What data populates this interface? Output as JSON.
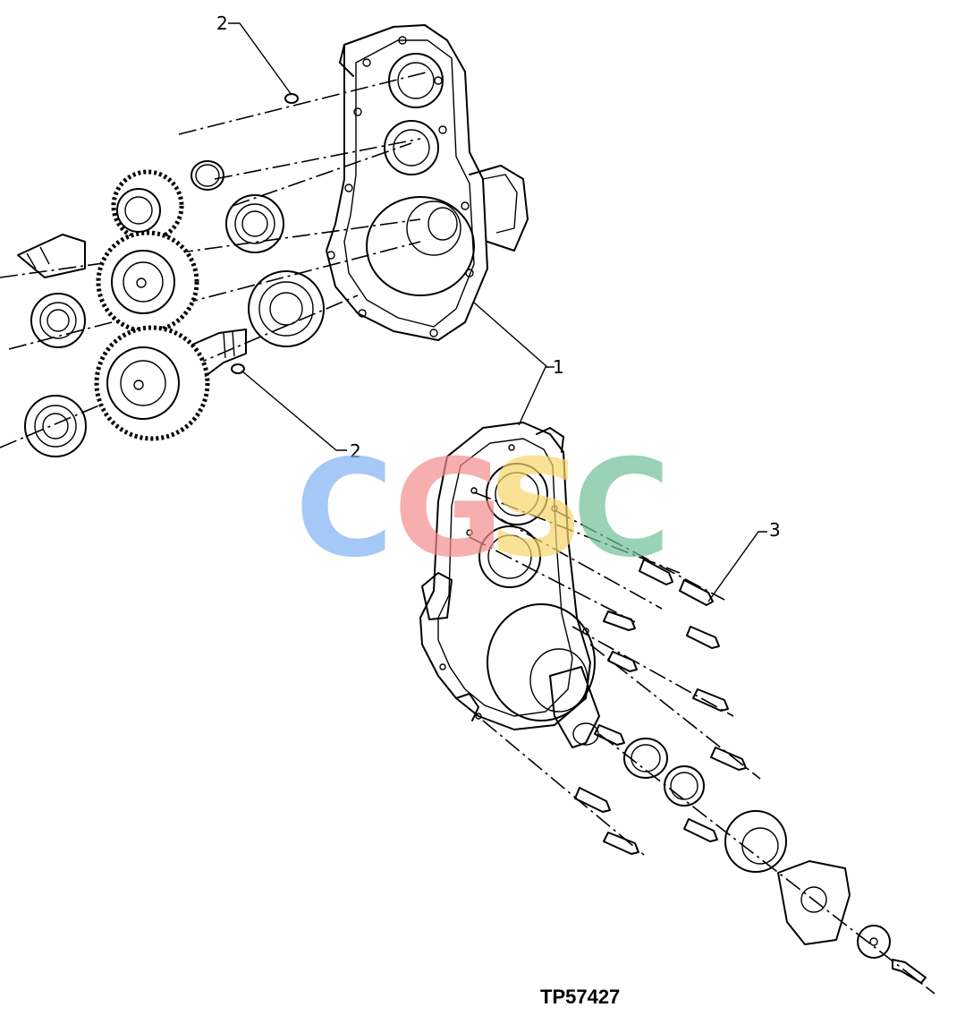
{
  "callouts": [
    {
      "id": "callout-2-top",
      "label": "2"
    },
    {
      "id": "callout-1",
      "label": "1"
    },
    {
      "id": "callout-2-lower",
      "label": "2"
    },
    {
      "id": "callout-3",
      "label": "3"
    }
  ],
  "figure_id": "TP57427",
  "watermark": {
    "letters": [
      "C",
      "G",
      "S",
      "C"
    ],
    "colors": [
      "#7fb2f5",
      "#f38c8c",
      "#f7d66b",
      "#6fbf95"
    ]
  }
}
